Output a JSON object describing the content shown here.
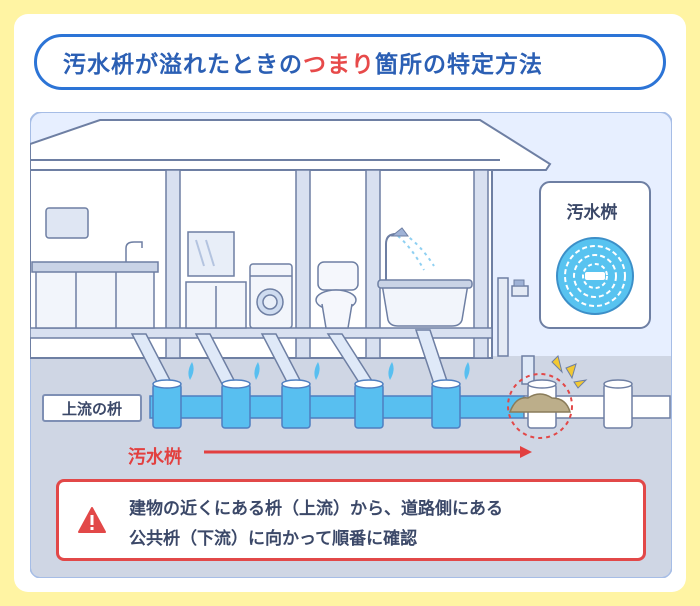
{
  "title": {
    "part1": "汚水枡が溢れたときの",
    "part2": "つまり",
    "part3": "箇所の特定方法"
  },
  "labels": {
    "upstream_basin": "上流の枡",
    "sewage_basin_card": "汚水桝",
    "flow_arrow": "汚水桝"
  },
  "warning": {
    "line1": "建物の近くにある枡（上流）から、道路側にある",
    "line2": "公共枡（下流）に向かって順番に確認"
  },
  "icons": [
    "warning-icon",
    "manhole-cover-icon",
    "shower-icon",
    "faucet-icon"
  ],
  "colors": {
    "frame": "#fff4a3",
    "title_border": "#2c74d6",
    "title_text": "#2b5fb4",
    "title_highlight": "#e74a4a",
    "water": "#58bff0",
    "warning": "#e24848",
    "arrow": "#e24040"
  }
}
